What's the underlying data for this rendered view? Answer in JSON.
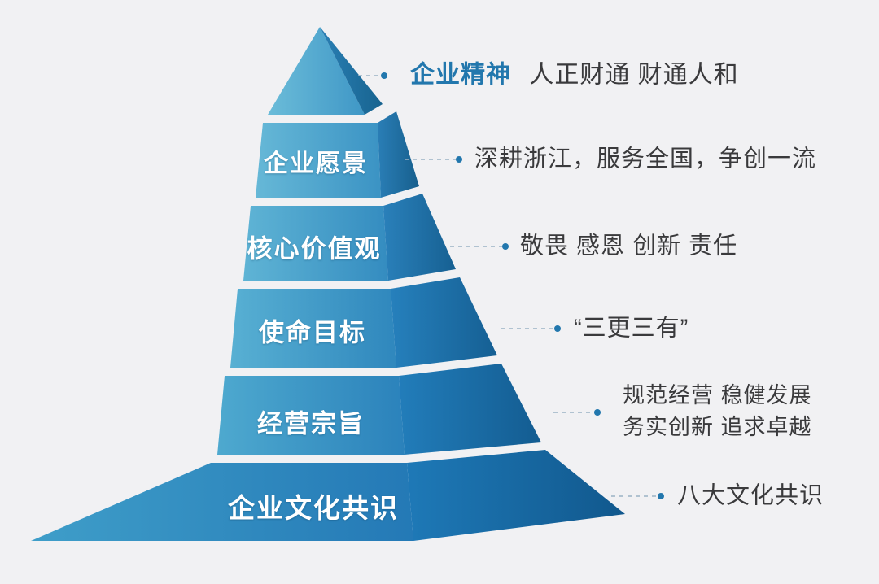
{
  "background_color": "#f1f1f3",
  "accent_color": "#2277ad",
  "text_color": "#3a3a3c",
  "pyramid": {
    "front_face_top_color": "#54aed0",
    "front_face_bottom_color": "#2a7ebd",
    "side_face_color": "#1c6fa8",
    "separator_color": "#ffffff",
    "levels": [
      {
        "label": "",
        "description_accent": "企业精神",
        "description_plain": "人正财通 财通人和"
      },
      {
        "label": "企业愿景",
        "description_plain": "深耕浙江，服务全国，争创一流"
      },
      {
        "label": "核心价值观",
        "description_plain": "敬畏 感恩 创新 责任"
      },
      {
        "label": "使命目标",
        "description_plain": "“三更三有”"
      },
      {
        "label": "经营宗旨",
        "description_plain": "规范经营 稳健发展",
        "description_plain_2": "务实创新 追求卓越"
      },
      {
        "label": "企业文化共识",
        "description_plain": "八大文化共识"
      }
    ]
  }
}
